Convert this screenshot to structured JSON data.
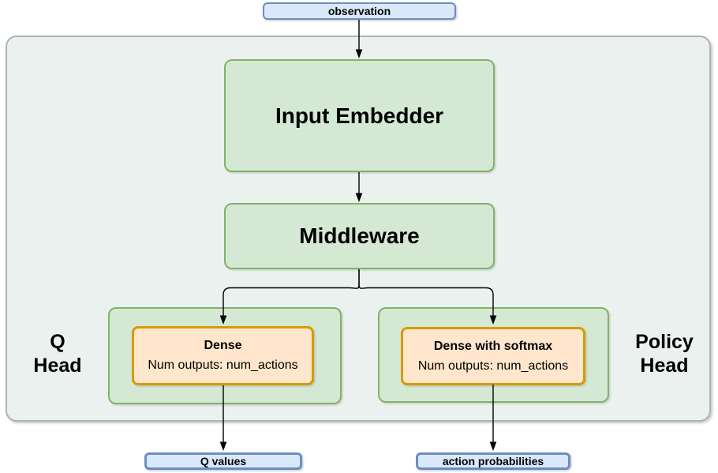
{
  "nodes": {
    "observation": {
      "label": "observation"
    },
    "input_embedder": {
      "label": "Input Embedder"
    },
    "middleware": {
      "label": "Middleware"
    },
    "q_head_label": {
      "line1": "Q",
      "line2": "Head"
    },
    "policy_head_label": {
      "line1": "Policy",
      "line2": "Head"
    },
    "q_dense": {
      "title": "Dense",
      "subtitle": "Num outputs: num_actions"
    },
    "policy_dense": {
      "title": "Dense with softmax",
      "subtitle": "Num outputs: num_actions"
    },
    "q_values": {
      "label": "Q values"
    },
    "action_probabilities": {
      "label": "action probabilities"
    }
  },
  "edges": [
    {
      "from": "observation",
      "to": "input_embedder"
    },
    {
      "from": "input_embedder",
      "to": "middleware"
    },
    {
      "from": "middleware",
      "to": "q_dense"
    },
    {
      "from": "middleware",
      "to": "policy_dense"
    },
    {
      "from": "q_dense",
      "to": "q_values"
    },
    {
      "from": "policy_dense",
      "to": "action_probabilities"
    }
  ],
  "colors": {
    "blue_fill": "#DAE8FC",
    "blue_border": "#6C8EBF",
    "green_fill": "#D5E8D4",
    "green_border": "#82B366",
    "orange_fill": "#FFE6CC",
    "orange_border": "#D79B00",
    "container_fill": "#EAF1EE",
    "container_border": "#AEB4B1",
    "edge_color": "#000000",
    "text_color": "#000000"
  }
}
